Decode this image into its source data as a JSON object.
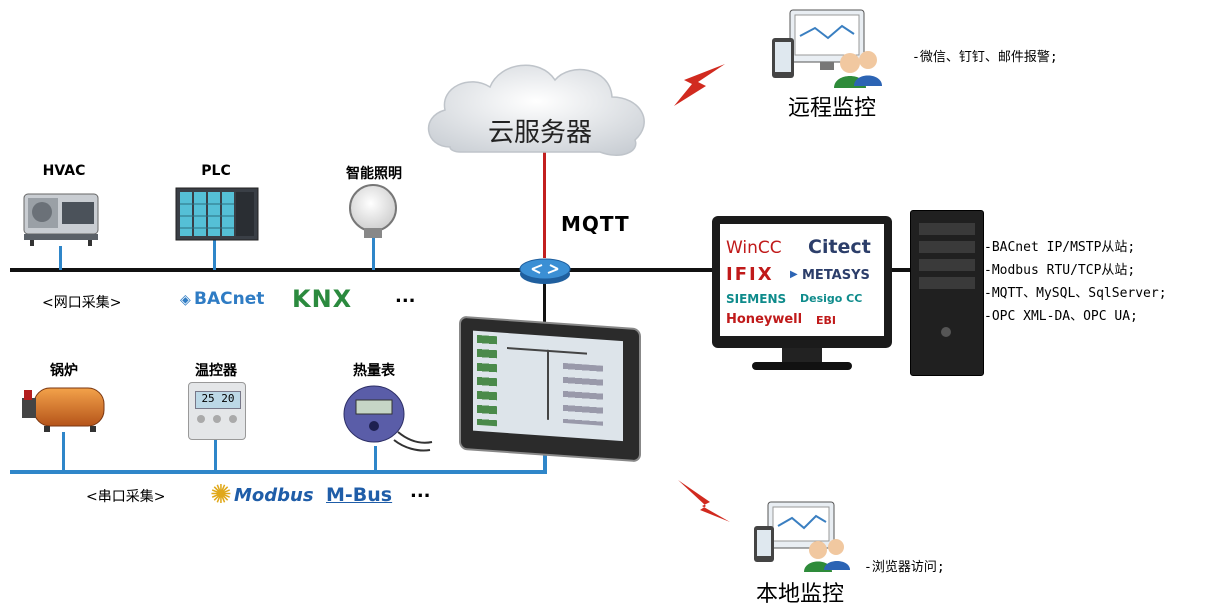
{
  "cloud": {
    "label": "云服务器",
    "protocol": "MQTT"
  },
  "remote": {
    "label": "远程监控",
    "note": "-微信、钉钉、邮件报警;"
  },
  "local": {
    "label": "本地监控",
    "note": "-浏览器访问;"
  },
  "ethernet": {
    "devices": [
      {
        "label": "HVAC"
      },
      {
        "label": "PLC"
      },
      {
        "label": "智能照明"
      }
    ],
    "caption": "<网口采集>",
    "protocols": [
      "BACnet",
      "KNX"
    ],
    "more": "..."
  },
  "serial": {
    "devices": [
      {
        "label": "锅炉"
      },
      {
        "label": "温控器"
      },
      {
        "label": "热量表"
      }
    ],
    "caption": "<串口采集>",
    "protocols": [
      "Modbus",
      "M-Bus"
    ],
    "more": "..."
  },
  "scada": {
    "brands": [
      "WinCC",
      "Citect",
      "IFIX",
      "METASYS",
      "SIEMENS",
      "Desigo CC",
      "Honeywell",
      "EBI"
    ]
  },
  "features": [
    "-BACnet IP/MSTP从站;",
    "-Modbus RTU/TCP从站;",
    "-MQTT、MySQL、SqlServer;",
    "-OPC XML-DA、OPC UA;"
  ],
  "thermostat_display": "25 20",
  "colors": {
    "bus_blue": "#2f86c9",
    "bus_black": "#111111",
    "mqtt_red": "#c21f1f"
  }
}
